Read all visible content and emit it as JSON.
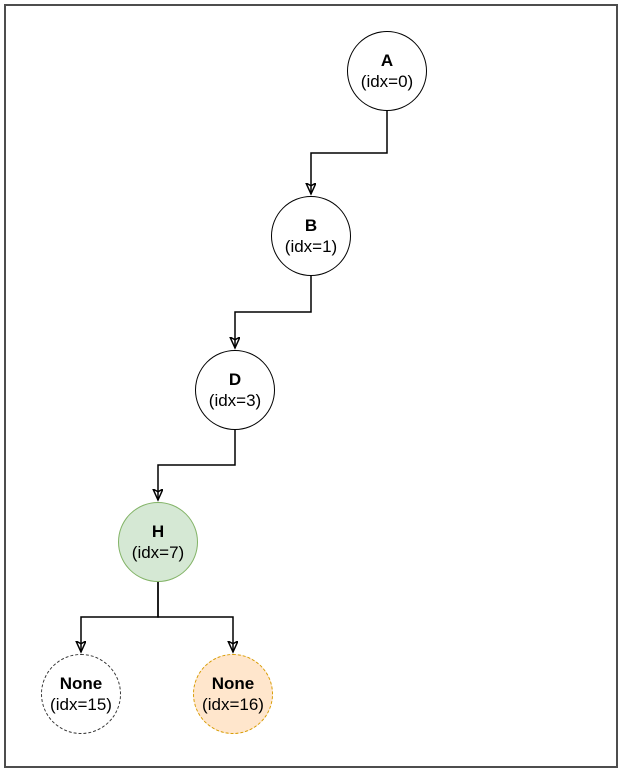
{
  "diagram": {
    "type": "binary-tree-path",
    "nodes": [
      {
        "label": "A",
        "sub": "(idx=0)",
        "style": "default"
      },
      {
        "label": "B",
        "sub": "(idx=1)",
        "style": "default"
      },
      {
        "label": "D",
        "sub": "(idx=3)",
        "style": "default"
      },
      {
        "label": "H",
        "sub": "(idx=7)",
        "style": "highlight-green"
      },
      {
        "label": "None",
        "sub": "(idx=15)",
        "style": "dashed-white"
      },
      {
        "label": "None",
        "sub": "(idx=16)",
        "style": "dashed-orange"
      }
    ],
    "edges": [
      {
        "from": "A (idx=0)",
        "to": "B (idx=1)"
      },
      {
        "from": "B (idx=1)",
        "to": "D (idx=3)"
      },
      {
        "from": "D (idx=3)",
        "to": "H (idx=7)"
      },
      {
        "from": "H (idx=7)",
        "to": "None (idx=15)"
      },
      {
        "from": "H (idx=7)",
        "to": "None (idx=16)"
      }
    ],
    "colors": {
      "green_fill": "#d5e8d4",
      "green_stroke": "#82b366",
      "orange_fill": "#ffe6cc",
      "orange_stroke": "#d79b00",
      "edge_stroke": "#000000",
      "frame_stroke": "#4d4d4d"
    }
  }
}
